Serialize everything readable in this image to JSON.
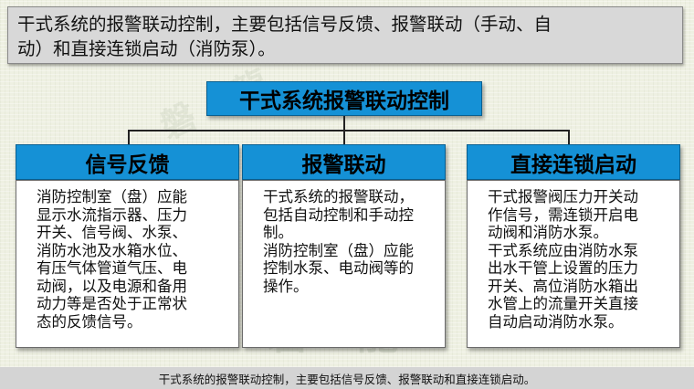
{
  "top_banner": {
    "line1": "干式系统的报警联动控制，主要包括信号反馈、报警联动（手动、自",
    "line2": "动）和直接连锁启动（消防泵）。"
  },
  "diagram": {
    "title": "干式系统报警联动控制",
    "columns": [
      {
        "heading": "信号反馈",
        "lines": [
          "消防控制室（盘）应能",
          "显示水流指示器、压力",
          "开关、信号阀、水泵、",
          "消防水池及水箱水位、",
          "有压气体管道气压、电",
          "动阀，以及电源和备用",
          "动力等是否处于正常状",
          "态的反馈信号。"
        ]
      },
      {
        "heading": "报警联动",
        "lines": [
          "干式系统的报警联动，",
          "包括自动控制和手动控",
          "制。",
          "消防控制室（盘）应能",
          "控制水泵、电动阀等的",
          "操作。"
        ]
      },
      {
        "heading": "直接连锁启动",
        "lines": [
          "干式报警阀压力开关动",
          "作信号，需连锁开启电",
          "动阀和消防水泵。",
          "干式系统应由消防水泵",
          "出水干管上设置的压力",
          "开关、高位消防水箱出",
          "水管上的流量开关直接",
          "自动启动消防水泵。"
        ]
      }
    ]
  },
  "watermark": {
    "text": "磐 龍"
  },
  "footer": {
    "caption": "干式系统的报警联动控制，主要包括信号反馈、报警联动和直接连锁启动。"
  },
  "colors": {
    "box_fill": "#1591d6",
    "banner_fill": "#d8d8d8",
    "background": "#eef0e2"
  }
}
